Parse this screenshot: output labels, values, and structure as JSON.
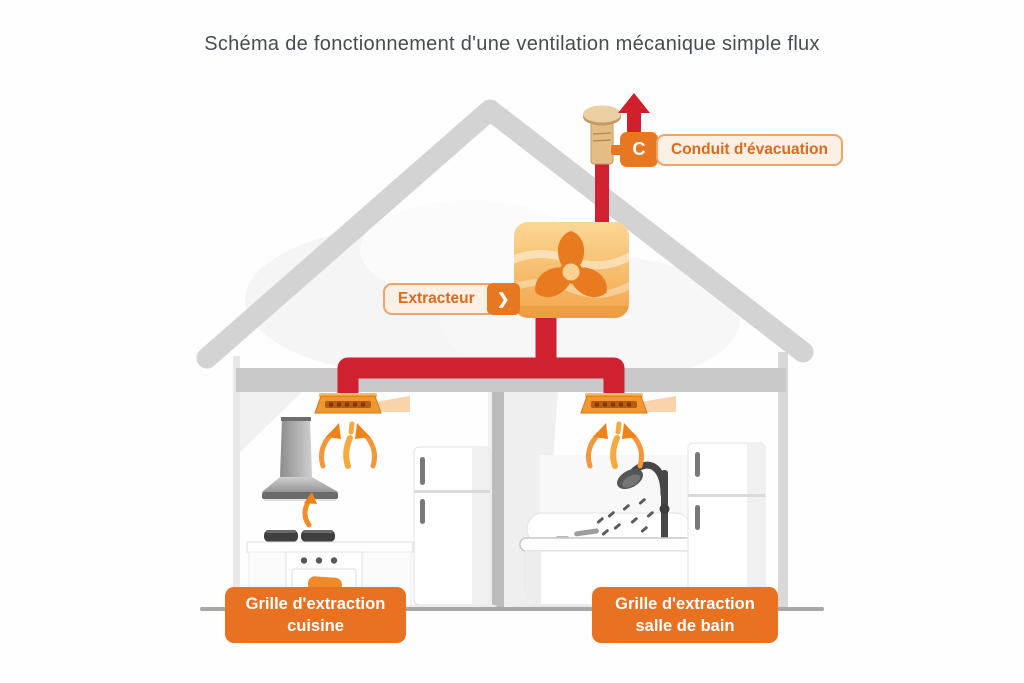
{
  "title": "Schéma de fonctionnement d'une ventilation mécanique simple flux",
  "callouts": {
    "conduit": {
      "badge": "C",
      "label": "Conduit d'évacuation"
    },
    "extracteur": {
      "label": "Extracteur",
      "chevron_icon": "❯"
    }
  },
  "grille_labels": {
    "cuisine": {
      "line1": "Grille d'extraction",
      "line2": "cuisine"
    },
    "salle_de_bain": {
      "line1": "Grille d'extraction",
      "line2": "salle de bain"
    }
  },
  "icons": {
    "fan": "fan-blades-icon",
    "rooftop_arrow": "red-up-arrow-icon",
    "airflow": "orange-curved-up-arrows",
    "chevron": "❯"
  },
  "colors": {
    "accent_orange": "#e87722",
    "label_box_orange": "#e87122",
    "duct_red": "#cf2130",
    "pill_cream": "#fcefe3",
    "pill_border": "#eda569",
    "pill_text": "#dc6a1c",
    "title_gray": "#464c52",
    "structure_gray": "#d3d3d4",
    "chimney_tan": "#e3bd85"
  }
}
